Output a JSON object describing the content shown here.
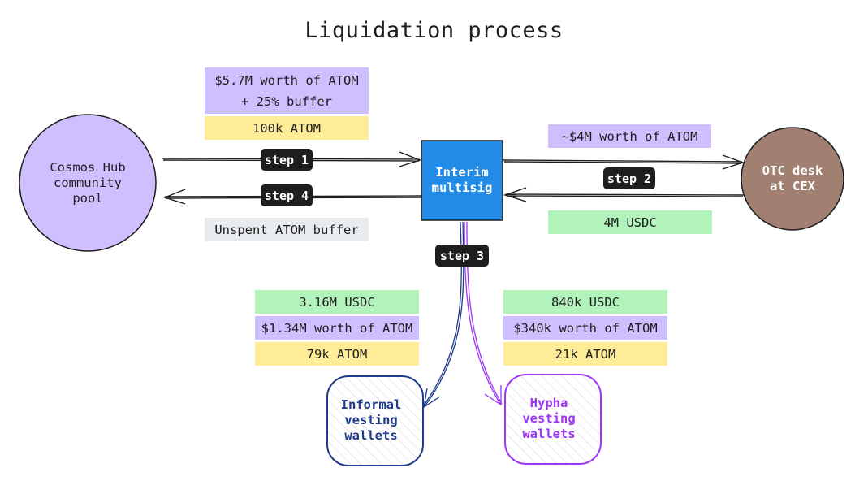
{
  "title": "Liquidation process",
  "nodes": {
    "pool": "Cosmos Hub\ncommunity\npool",
    "multisig": "Interim\nmultisig",
    "otc": "OTC desk\nat CEX",
    "informal": "Informal\nvesting\n wallets",
    "hypha": "Hypha\nvesting\n wallets"
  },
  "steps": [
    "step 1",
    "step 4",
    "step 2",
    "step 3"
  ],
  "labels": {
    "step1_worth_line1": "$5.7M worth of ATOM",
    "step1_worth_line2": "+ 25% buffer",
    "step1_atom": "100k ATOM",
    "step4_buffer": "Unspent ATOM buffer",
    "step2_worth": "~$4M worth of ATOM",
    "step2_usdc": "4M USDC",
    "informal_usdc": "3.16M USDC",
    "informal_worth": "$1.34M worth of ATOM",
    "informal_atom": "79k ATOM",
    "hypha_usdc": "840k USDC",
    "hypha_worth": "$340k worth of ATOM",
    "hypha_atom": "21k ATOM"
  },
  "colors": {
    "pool_fill": "#d0bfff",
    "multisig_fill": "#228be6",
    "otc_fill": "#a18072",
    "informal_stroke": "#1e3a8a",
    "hypha_stroke": "#9c36f5"
  }
}
